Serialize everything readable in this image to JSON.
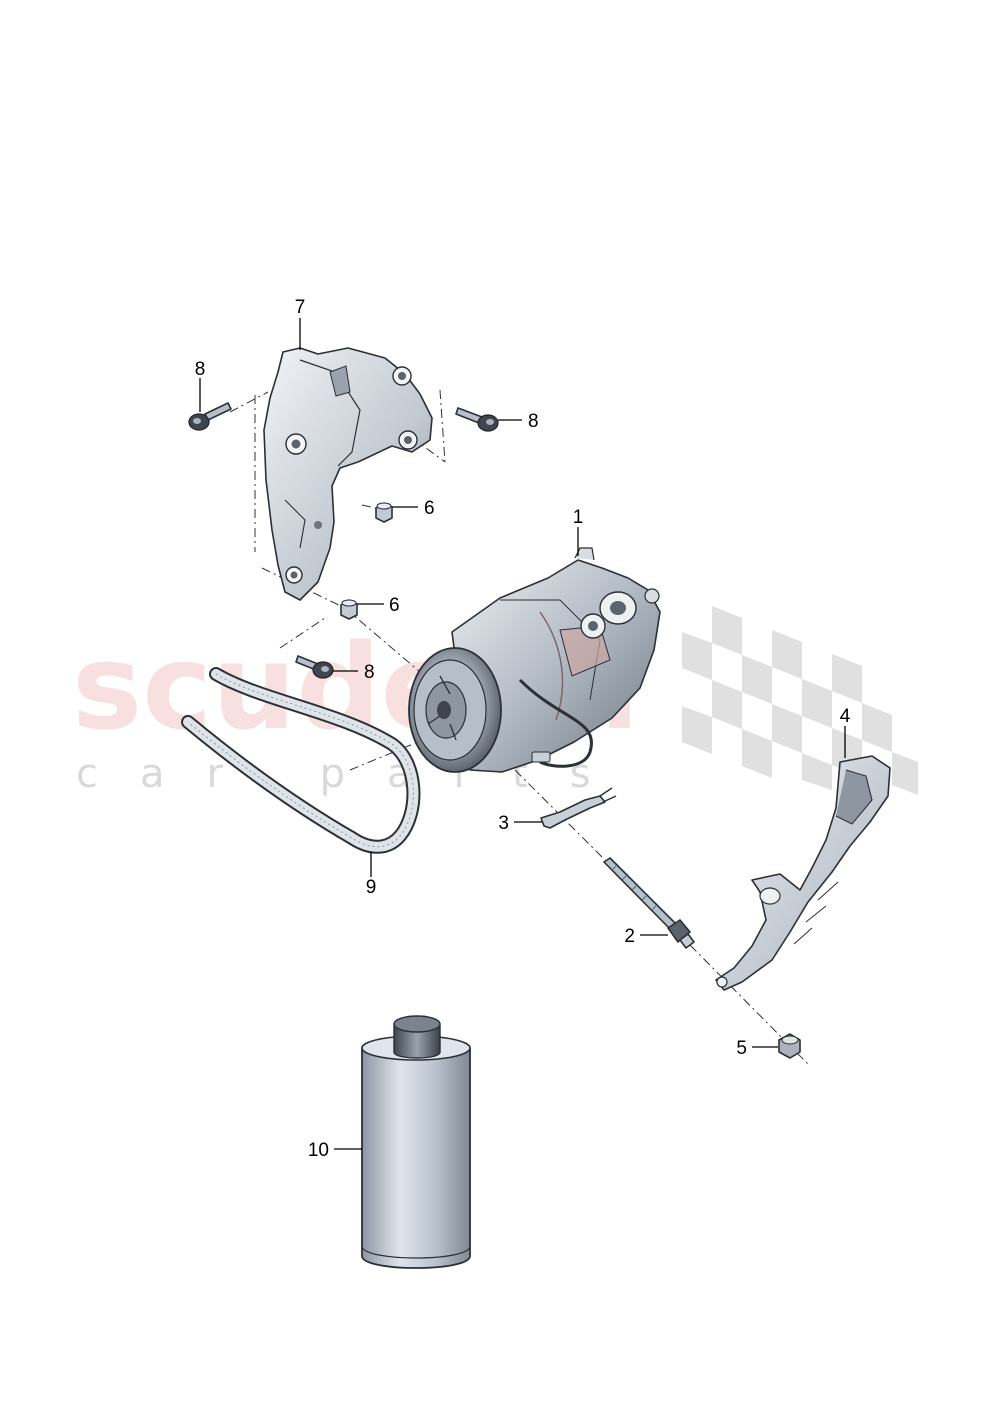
{
  "watermark": {
    "brand": "scuderia",
    "tagline": "car parts"
  },
  "colors": {
    "part_fill_light": "#e7ebf0",
    "part_fill_mid": "#b9c1cb",
    "part_fill_dark": "#6d7680",
    "compressor_accent": "#c9a7a2",
    "watermark_red": "#f2c6c6",
    "watermark_grey": "#d9d9d9"
  },
  "callouts": [
    {
      "id": "c1",
      "label": "1",
      "part": "compressor"
    },
    {
      "id": "c2",
      "label": "2",
      "part": "stud-bolt"
    },
    {
      "id": "c3",
      "label": "3",
      "part": "clip-bracket"
    },
    {
      "id": "c4",
      "label": "4",
      "part": "heat-shield"
    },
    {
      "id": "c5",
      "label": "5",
      "part": "nut"
    },
    {
      "id": "c6a",
      "label": "6",
      "part": "sleeve-upper"
    },
    {
      "id": "c6b",
      "label": "6",
      "part": "sleeve-lower"
    },
    {
      "id": "c7",
      "label": "7",
      "part": "mounting-bracket"
    },
    {
      "id": "c8a",
      "label": "8",
      "part": "bolt-left"
    },
    {
      "id": "c8b",
      "label": "8",
      "part": "bolt-right"
    },
    {
      "id": "c8c",
      "label": "8",
      "part": "bolt-lower"
    },
    {
      "id": "c9",
      "label": "9",
      "part": "ribbed-v-belt"
    },
    {
      "id": "c10",
      "label": "10",
      "part": "refrigerant-oil-can"
    }
  ]
}
